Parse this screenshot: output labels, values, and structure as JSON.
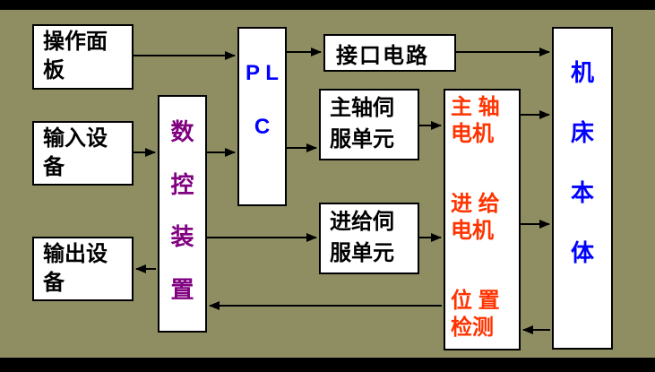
{
  "diagram": {
    "boxes": {
      "operation_panel": {
        "label": "操作面板"
      },
      "input_device": {
        "label": "输入设备"
      },
      "output_device": {
        "label": "输出设备"
      },
      "cnc_unit": {
        "chars": [
          "数",
          "控",
          "装",
          "置"
        ]
      },
      "plc": {
        "lines": [
          "P L",
          "C"
        ]
      },
      "interface_circuit": {
        "label": "接口电路"
      },
      "spindle_servo": {
        "label": "主轴伺服单元"
      },
      "feed_servo": {
        "label": "进给伺服单元"
      },
      "drive_unit": {
        "spindle_motor": [
          "主 轴",
          "电机"
        ],
        "feed_motor": [
          "进 给",
          "电机"
        ],
        "position_detect": [
          "位 置",
          "检测"
        ]
      },
      "machine_body": {
        "chars": [
          "机",
          "床",
          "本",
          "体"
        ]
      }
    },
    "colors": {
      "background": "#8f8e62",
      "box_fill": "#ffffff",
      "box_border": "#000000",
      "text_black": "#000000",
      "text_purple": "#800080",
      "text_blue": "#0000ff",
      "text_red": "#ff3300",
      "edge_bars": "#000000"
    }
  }
}
